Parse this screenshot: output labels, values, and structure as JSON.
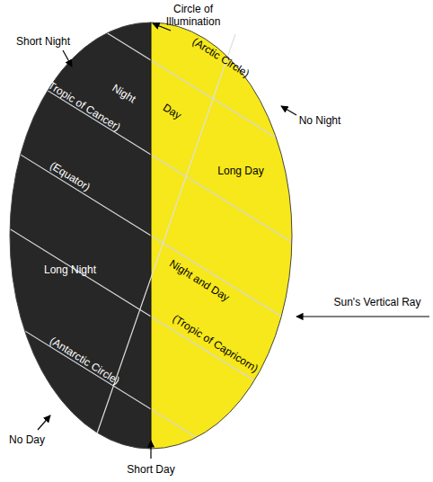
{
  "diagram": {
    "labels": [
      "Circle of Illumination",
      "Short Night",
      "Night",
      "Day",
      "(Arctic Circle)",
      "No Night",
      "(Tropic of Cancer)",
      "Long Day",
      "(Equator)",
      "Night and Day",
      "Sun's Vertical Ray",
      "(Tropic of Capricorn)",
      "Long Night",
      "(Antarctic Circle)",
      "No Day",
      "Short Day"
    ]
  }
}
